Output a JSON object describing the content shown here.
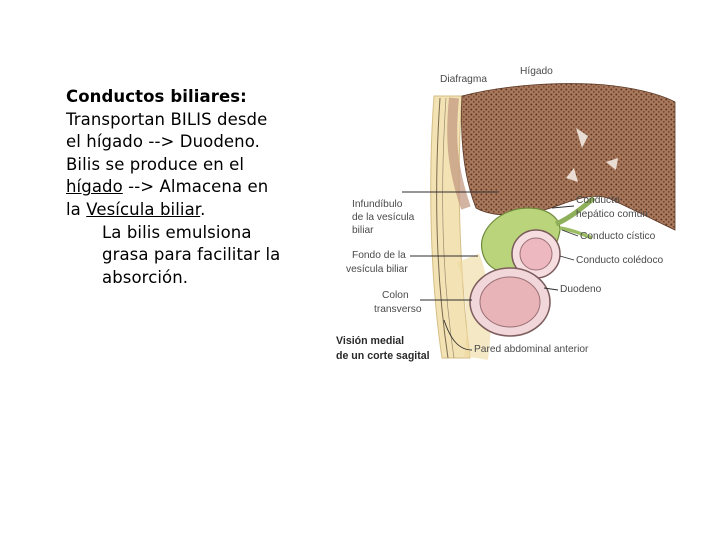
{
  "text": {
    "heading": "Conductos biliares:",
    "line1": "Transportan BILIS desde",
    "line2": "el hígado --> Duodeno.",
    "line3": "Bilis se produce en el",
    "line4_link": "hígado",
    "line4_rest": " --> Almacena en",
    "line5_pre": "la ",
    "line5_link": "Vesícula biliar",
    "line5_post": ".",
    "line6": "La bilis emulsiona",
    "line7": "grasa para facilitar la",
    "line8": "absorción."
  },
  "figure": {
    "labels": {
      "diafragma": "Diafragma",
      "higado": "Hígado",
      "infundibulo_1": "Infundíbulo",
      "infundibulo_2": "de la vesícula",
      "infundibulo_3": "biliar",
      "fondo_1": "Fondo de la",
      "fondo_2": "vesícula biliar",
      "colon_1": "Colon",
      "colon_2": "transverso",
      "conducto_hepatico_1": "Conducto",
      "conducto_hepatico_2": "hepático común",
      "conducto_cistico": "Conducto cístico",
      "conducto_coledoco": "Conducto colédoco",
      "duodeno": "Duodeno",
      "pared": "Pared abdominal anterior",
      "vision_1": "Visión medial",
      "vision_2": "de un corte sagital"
    },
    "colors": {
      "liver": "#7a4b34",
      "gallbladder": "#b9d47a",
      "duodenum": "#e8b4b8",
      "wall": "#f3e2b4"
    }
  }
}
